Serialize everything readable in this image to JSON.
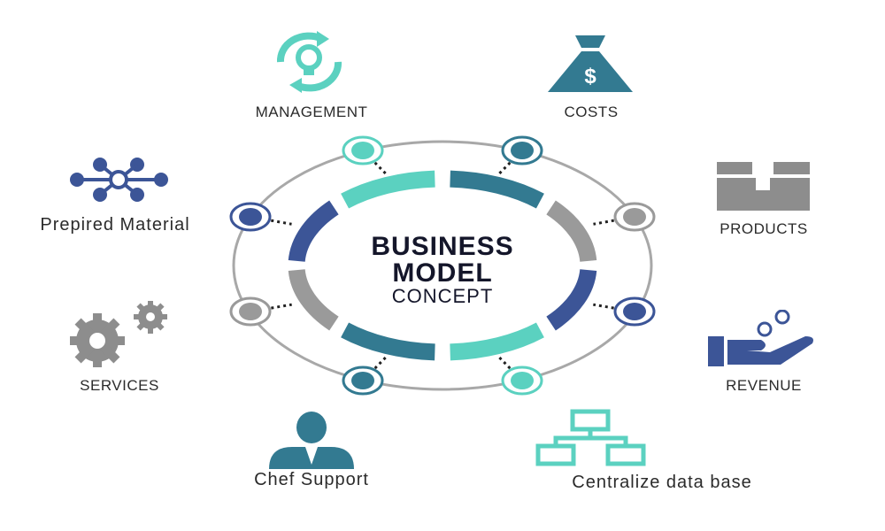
{
  "center": {
    "line1": "BUSINESS",
    "line2": "MODEL",
    "line3": "CONCEPT"
  },
  "items": [
    {
      "label": "MANAGEMENT",
      "icon": "lightbulb-cycle-icon"
    },
    {
      "label": "COSTS",
      "icon": "money-bag-icon"
    },
    {
      "label": "Prepired Material",
      "icon": "network-nodes-icon"
    },
    {
      "label": "PRODUCTS",
      "icon": "box-icon"
    },
    {
      "label": "SERVICES",
      "icon": "gears-icon"
    },
    {
      "label": "REVENUE",
      "icon": "hand-coins-icon"
    },
    {
      "label": "Chef Support",
      "icon": "person-icon"
    },
    {
      "label": "Centralize data base",
      "icon": "hierarchy-icon"
    }
  ],
  "colors": {
    "mint": "#5bd1c0",
    "teal": "#337a91",
    "gray": "#9a9a9a",
    "blue": "#3c5597",
    "outline": "#a8a8a8"
  }
}
